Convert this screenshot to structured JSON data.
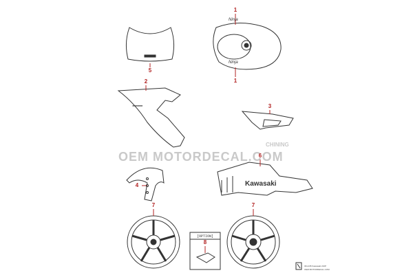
{
  "watermark": {
    "site_main": "OEM MOTORDECAL.COM",
    "site_tag": "CHINING"
  },
  "callouts": [
    "1",
    "1",
    "2",
    "3",
    "4",
    "5",
    "6",
    "7",
    "7",
    "8"
  ],
  "option_label": "[OPTION]",
  "tank_decal_text": "Ninja",
  "fairing_decal_text": "Kawasaki",
  "footer": {
    "title": "30xxCB Kawasaki 210P",
    "site": "OEM MOTORDECAL.COM"
  },
  "colors": {
    "line": "#333333",
    "callout": "#b22222",
    "watermark": "#c9c9c9"
  }
}
